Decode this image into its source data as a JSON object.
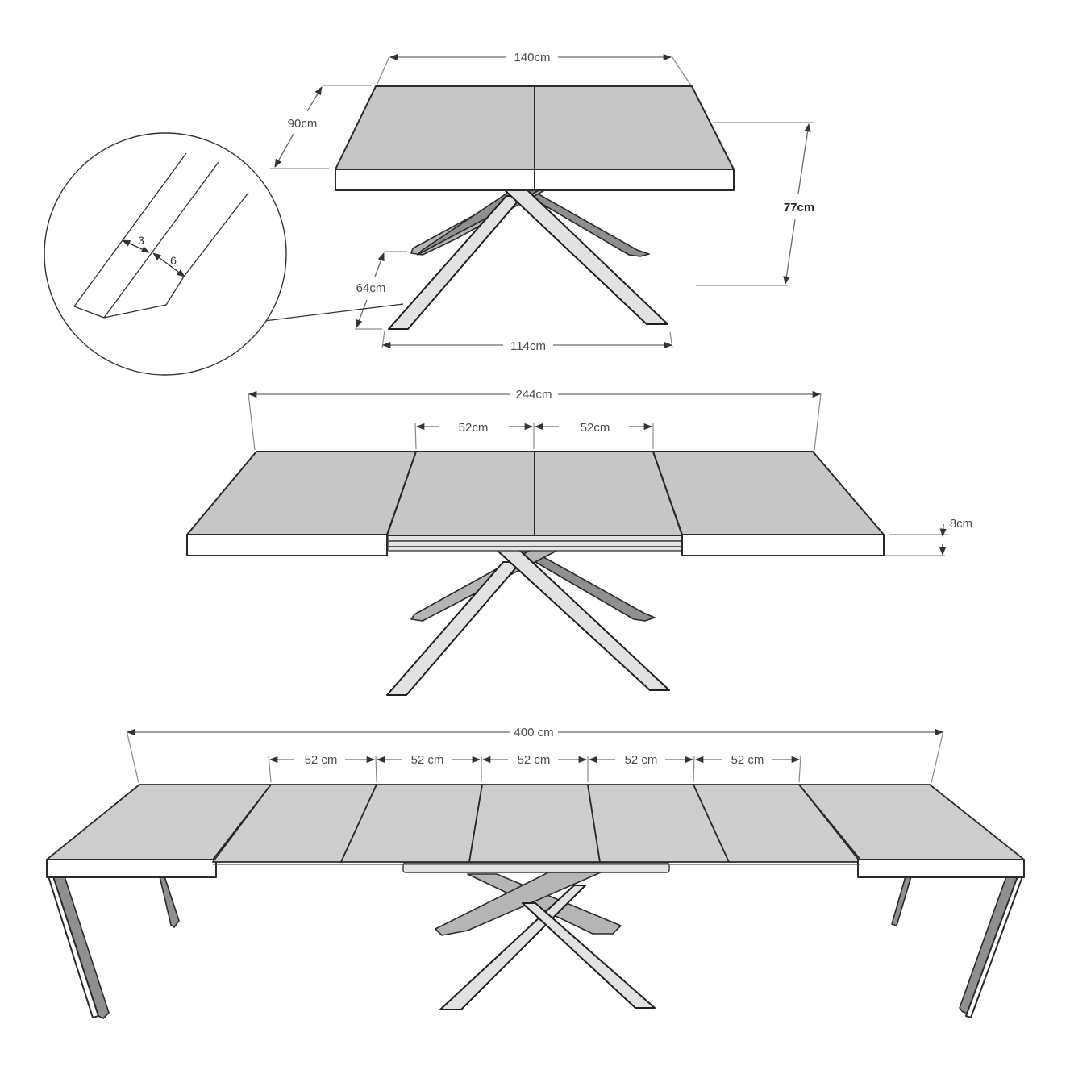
{
  "diagram": {
    "subject": "Extendable dining table with crossed star legs — dimension drawing",
    "views": [
      {
        "name": "closed",
        "dimensions": {
          "length": "140cm",
          "depth": "90cm",
          "height": "77cm",
          "leg_depth_span": "64cm",
          "leg_length_span": "114cm"
        }
      },
      {
        "name": "partially-extended",
        "dimensions": {
          "length": "244cm",
          "extension_1": "52cm",
          "extension_2": "52cm",
          "top_thickness": "8cm"
        }
      },
      {
        "name": "fully-extended",
        "dimensions": {
          "length": "400 cm",
          "extensions": [
            "52 cm",
            "52 cm",
            "52 cm",
            "52 cm",
            "52 cm"
          ]
        }
      }
    ],
    "detail": {
      "name": "leg-profile-detail",
      "values": [
        "3",
        "6"
      ]
    }
  },
  "colors": {
    "tabletop": "#c6c6c6",
    "edge": "#ffffff",
    "outline": "#2a2a2a",
    "leg_light": "#e2e2e2",
    "leg_dark": "#8f8f8f",
    "dimension_line": "#6a6a6a"
  }
}
